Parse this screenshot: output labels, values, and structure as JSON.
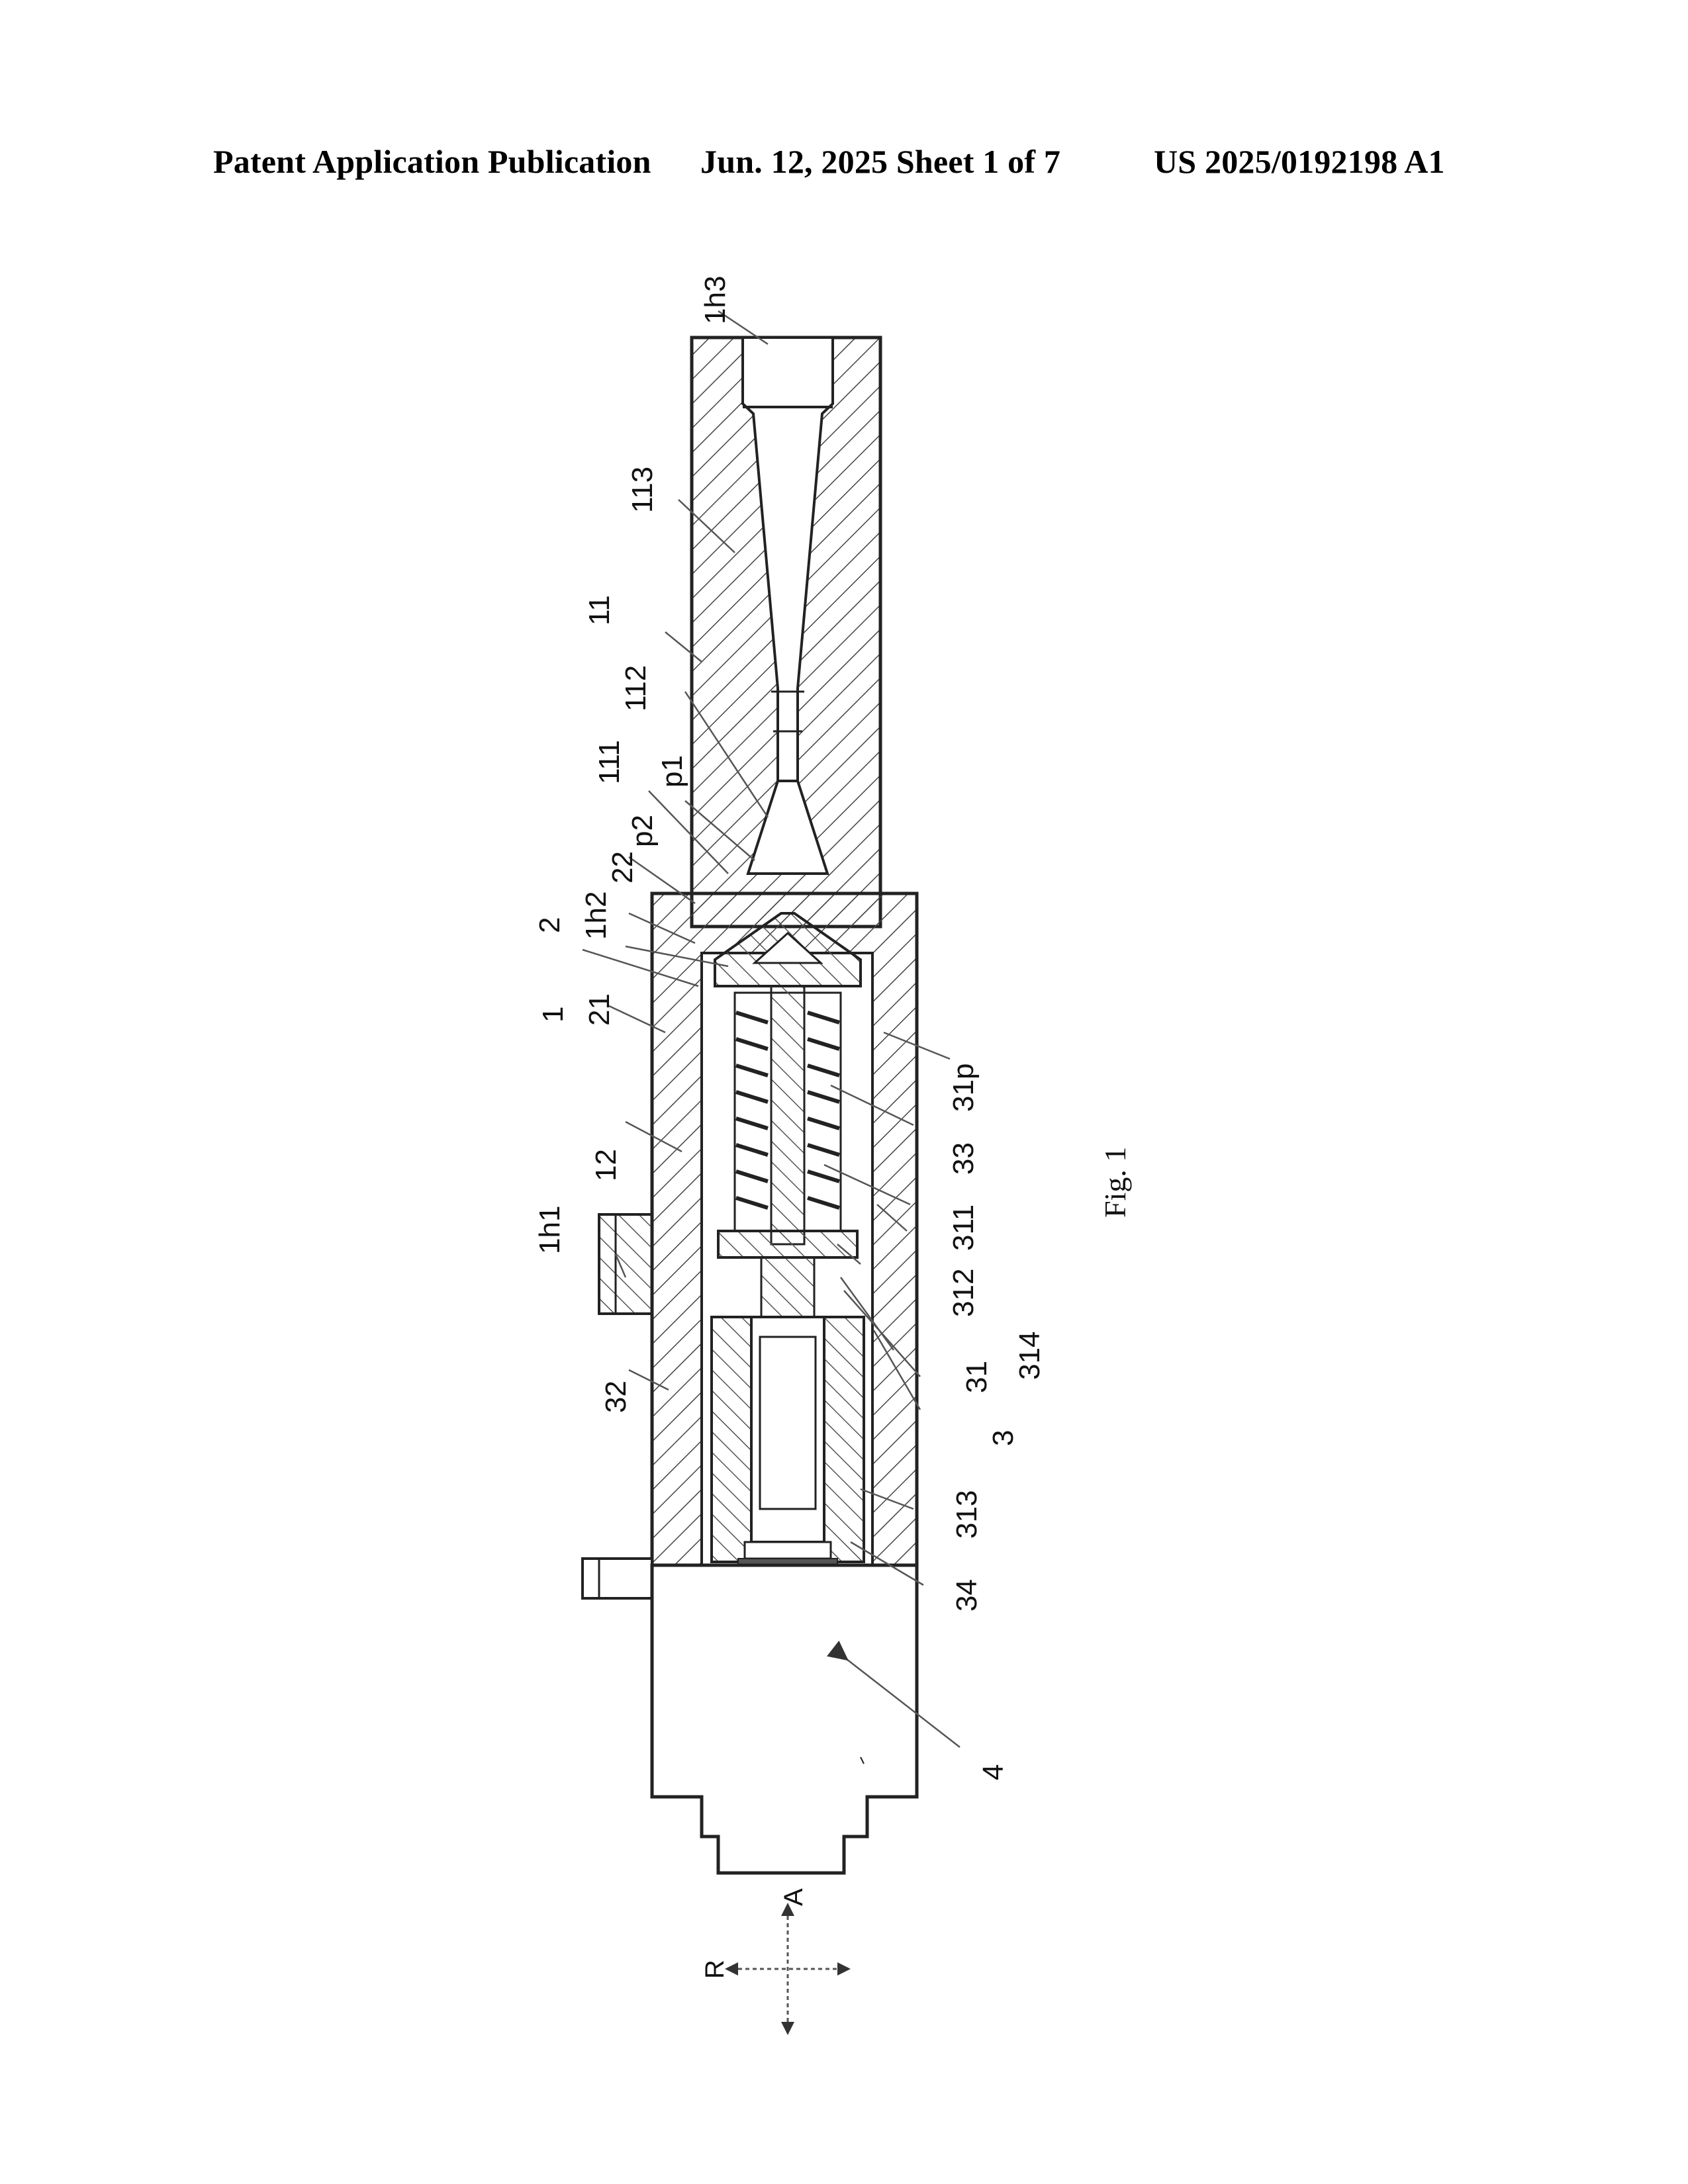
{
  "header": {
    "left": "Patent Application Publication",
    "middle": "Jun. 12, 2025  Sheet 1 of 7",
    "right": "US 2025/0192198 A1"
  },
  "figure": {
    "caption": "Fig. 1",
    "reference_labels": {
      "l_1h3": "1h3",
      "l_113": "113",
      "l_11": "11",
      "l_112": "112",
      "l_111": "111",
      "l_p1": "p1",
      "l_p2": "p2",
      "l_22": "22",
      "l_1h2": "1h2",
      "l_2": "2",
      "l_21": "21",
      "l_1": "1",
      "l_12": "12",
      "l_1h1": "1h1",
      "l_32": "32",
      "l_31p": "31p",
      "l_33": "33",
      "l_311": "311",
      "l_312": "312",
      "l_314": "314",
      "l_31": "31",
      "l_3": "3",
      "l_313": "313",
      "l_34": "34",
      "l_4": "4"
    },
    "axis_labels": {
      "axial": "A",
      "radial": "R"
    }
  }
}
